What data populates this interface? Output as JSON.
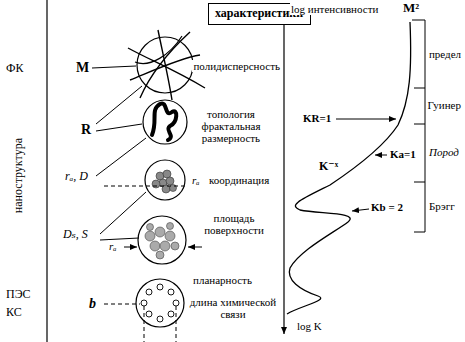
{
  "diagram": {
    "nodes": [
      {
        "text": [
          "характеристики"
        ]
      }
    ],
    "labels": [
      "ФК",
      "M",
      "R",
      "rₐ, D",
      "Dₛ, S",
      "ПЭС",
      "КС",
      "b",
      "наноструктура",
      "полидисперсность",
      "топология фрактальная размерность",
      "rₐ",
      "координация",
      "площадь поверхности",
      "rₐ",
      "планарность",
      "длина химической связи",
      "log интенсивности",
      "M²",
      "предел",
      "Гуинер",
      "Пород",
      "Брэгг",
      "KR=1",
      "Ka=1",
      "K⁻ˣ",
      "Kb = 2",
      "log K"
    ]
  }
}
